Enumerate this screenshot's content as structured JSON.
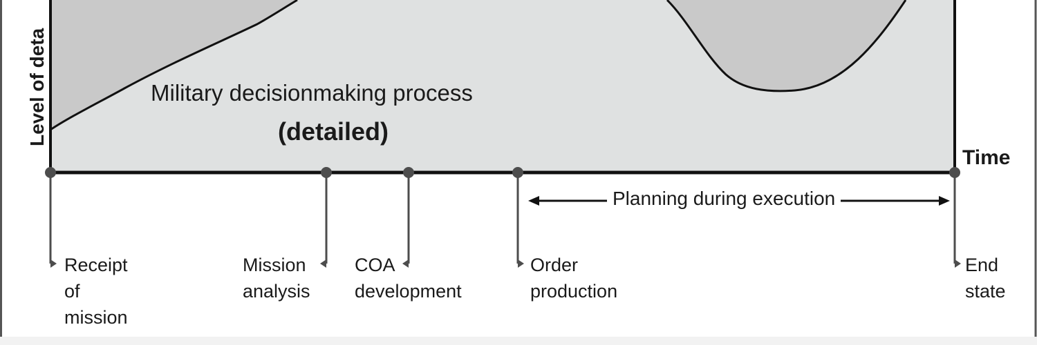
{
  "diagram": {
    "y_axis_label": "Level of deta",
    "x_axis_label": "Time",
    "process_title": "Military decisionmaking process",
    "process_subtitle": "(detailed)",
    "planning_label": "Planning during execution",
    "milestones": [
      {
        "id": "receipt",
        "lines": [
          "Receipt",
          "of",
          "mission"
        ]
      },
      {
        "id": "mission-analysis",
        "lines": [
          "Mission",
          "analysis"
        ]
      },
      {
        "id": "coa-development",
        "lines": [
          "COA",
          "development"
        ]
      },
      {
        "id": "order-production",
        "lines": [
          "Order",
          "production"
        ]
      },
      {
        "id": "end-state",
        "lines": [
          "End",
          "state"
        ]
      }
    ]
  },
  "colors": {
    "panel_fill": "#dfe1e1",
    "curve_fill": "#c9c9c9",
    "stroke": "#111111",
    "marker": "#4d4d4d"
  }
}
